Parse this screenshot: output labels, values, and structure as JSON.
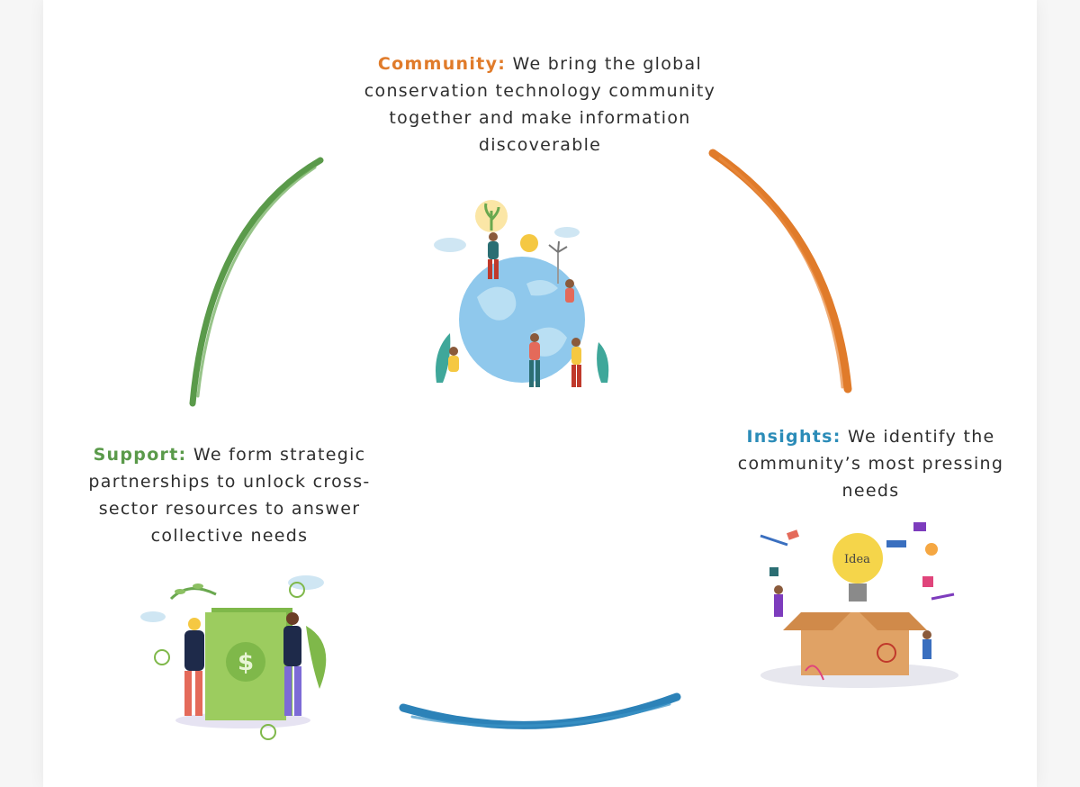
{
  "colors": {
    "community": "#e07b2a",
    "insights": "#2b8cb8",
    "support": "#5a9a4a",
    "arc_bottom": "#2c82b8"
  },
  "community": {
    "heading": "Community:",
    "body": " We bring the global conservation technology community together and make information discoverable"
  },
  "insights": {
    "heading": "Insights:",
    "body": " We identify the community’s most pressing needs"
  },
  "support": {
    "heading": "Support:",
    "body": " We form strategic partnerships to unlock cross-sector resources to answer collective needs"
  },
  "illustrations": {
    "community": "globe-people-illustration",
    "insights": "idea-box-illustration",
    "support": "money-partnership-illustration",
    "idea_text": "Idea"
  },
  "dollar_sign": "$"
}
